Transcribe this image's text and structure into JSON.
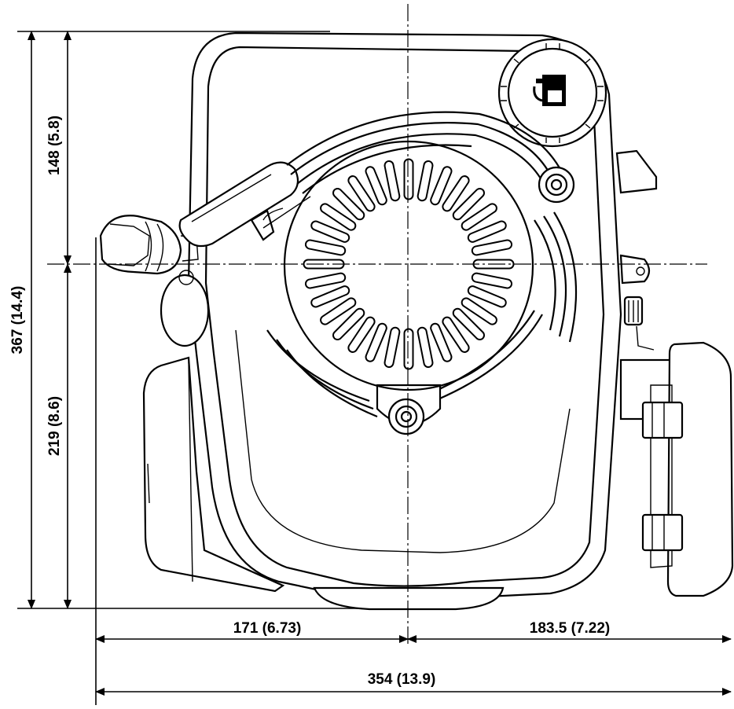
{
  "dimensions": {
    "overall_height": "367 (14.4)",
    "upper_height": "148 (5.8)",
    "lower_height": "219 (8.6)",
    "left_width": "171 (6.73)",
    "right_width": "183.5 (7.22)",
    "overall_width": "354 (13.9)"
  },
  "icons": {
    "engine": "engine-top-view-drawing",
    "fuel_cap": "fuel-cap-icon"
  }
}
